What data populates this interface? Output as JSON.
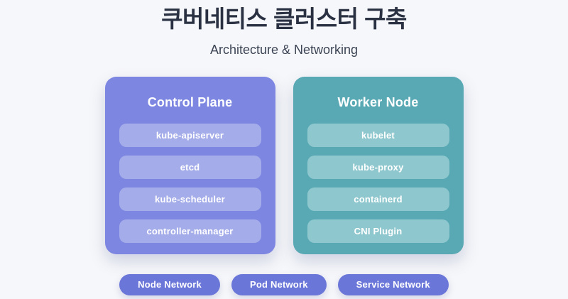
{
  "page": {
    "title": "쿠버네티스 클러스터 구축",
    "subtitle": "Architecture & Networking",
    "background_color": "#f6f7fa",
    "title_color": "#2a3142",
    "subtitle_color": "#3d4555"
  },
  "cards": [
    {
      "title": "Control Plane",
      "card_color": "#7d87e1",
      "item_color": "#a4ace9",
      "text_color": "#ffffff",
      "items": [
        "kube-apiserver",
        "etcd",
        "kube-scheduler",
        "controller-manager"
      ]
    },
    {
      "title": "Worker Node",
      "card_color": "#58a9b4",
      "item_color": "#8fc7ce",
      "text_color": "#ffffff",
      "items": [
        "kubelet",
        "kube-proxy",
        "containerd",
        "CNI Plugin"
      ]
    }
  ],
  "network_pills": {
    "pill_color": "#6b76d9",
    "text_color": "#ffffff",
    "labels": [
      "Node Network",
      "Pod Network",
      "Service Network"
    ]
  }
}
